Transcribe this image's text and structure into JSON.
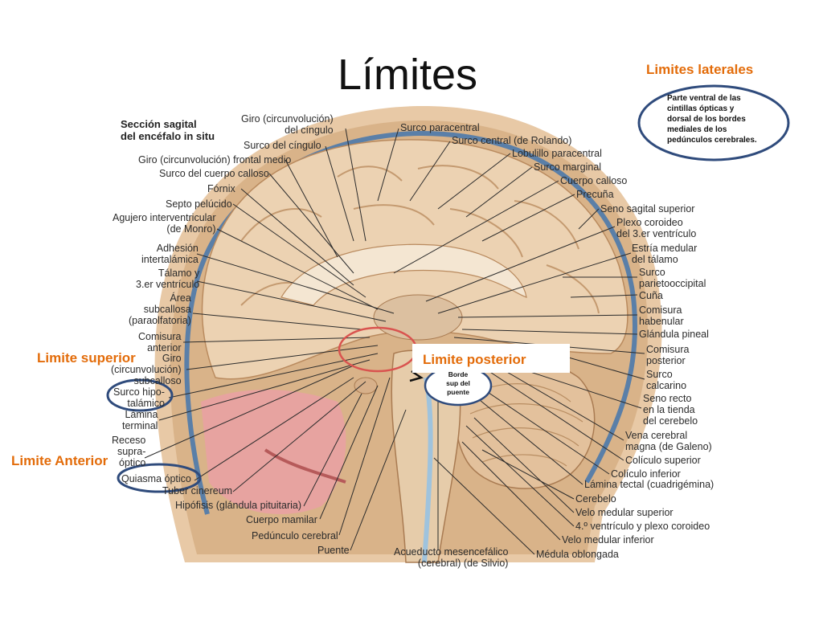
{
  "slide": {
    "title": "Límites",
    "heading": "Sección sagital\ndel encéfalo in situ"
  },
  "callouts": {
    "lateral_title": "Limites laterales",
    "lateral_text": "Parte ventral de las\ncintillas ópticas y\ndorsal de los bordes\nmediales de los\npedúnculos cerebrales.",
    "superior": "Limite superior",
    "anterior": "Limite Anterior",
    "posterior": "Limite posterior",
    "borde": "Borde\nsup del\npuente",
    "colors": {
      "accent": "#e36c0a",
      "circle": "#2f4b7c",
      "circle_red": "#d9534f"
    }
  },
  "labels_left": [
    "Giro (circunvolución)\ndel cíngulo",
    "Surco del cíngulo",
    "Giro (circunvolución) frontal medio",
    "Surco del cuerpo calloso",
    "Fórnix",
    "Septo pelúcido",
    "Agujero interventricular\n(de Monro)",
    "Adhesión\nintertalámica",
    "Tálamo y\n3.er ventrículo",
    "Área\nsubcallosa\n(paraolfatoria)",
    "Comisura\nanterior",
    "Giro\n(circunvolución)\nsubcalloso",
    "Surco hipo-\ntalámico",
    "Lámina\nterminal",
    "Receso\nsupra-\nóptico",
    "Quiasma óptico",
    "Tuber cinereum",
    "Hipófisis (glándula pituitaria)",
    "Cuerpo mamilar",
    "Pedúnculo cerebral",
    "Puente",
    "Acueducto mesencefálico\n(cerebral) (de Silvio)",
    "Médula oblongada"
  ],
  "labels_right": [
    "Surco paracentral",
    "Surco central (de Rolando)",
    "Lobulillo paracentral",
    "Surco marginal",
    "Cuerpo calloso",
    "Precuña",
    "Seno sagital superior",
    "Plexo coroideo\ndel 3.er ventrículo",
    "Estría medular\ndel tálamo",
    "Surco\nparietooccipital",
    "Cuña",
    "Comisura\nhabenular",
    "Glándula pineal",
    "Comisura\nposterior",
    "Surco\ncalcarino",
    "Seno recto\nen la tienda\ndel cerebelo",
    "Vena cerebral\nmagna (de Galeno)",
    "Colículo superior",
    "Colículo inferior",
    "Lámina tectal (cuadrigémina)",
    "Cerebelo",
    "Velo medular superior",
    "4.º ventrículo y plexo coroideo",
    "Velo medular inferior"
  ]
}
